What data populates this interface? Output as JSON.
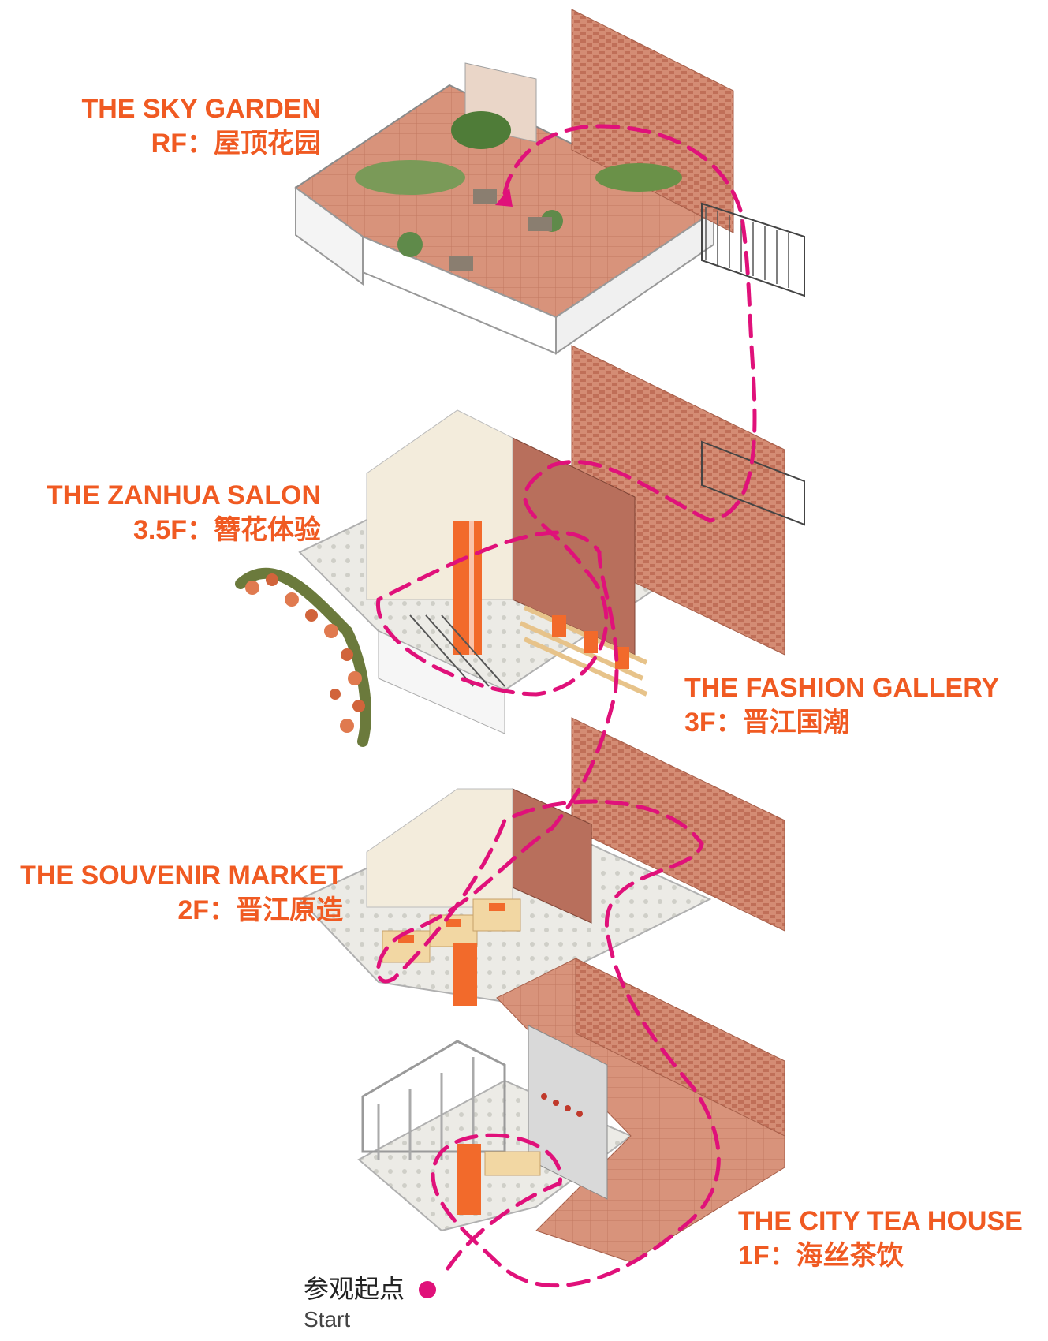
{
  "floors": [
    {
      "id": "rf",
      "title_en": "THE SKY GARDEN",
      "title_cn": "RF：屋顶花园"
    },
    {
      "id": "3_5f",
      "title_en": "THE ZANHUA SALON",
      "title_cn": "3.5F：簪花体验"
    },
    {
      "id": "3f",
      "title_en": "THE FASHION GALLERY",
      "title_cn": "3F：晋江国潮"
    },
    {
      "id": "2f",
      "title_en": "THE SOUVENIR MARKET",
      "title_cn": "2F：晋江原造"
    },
    {
      "id": "1f",
      "title_en": "THE CITY TEA HOUSE",
      "title_cn": "1F：海丝茶饮"
    }
  ],
  "start": {
    "label_cn": "参观起点",
    "label_en": "Start"
  },
  "colors": {
    "label": "#f05a22",
    "route": "#e0117a",
    "brick": "#c97b63",
    "brick_light": "#e7b3a0",
    "floor_tile": "#ece8e0",
    "accent_orange": "#f26a2b",
    "wood": "#f1dcae",
    "plant": "#5f8a4a"
  }
}
